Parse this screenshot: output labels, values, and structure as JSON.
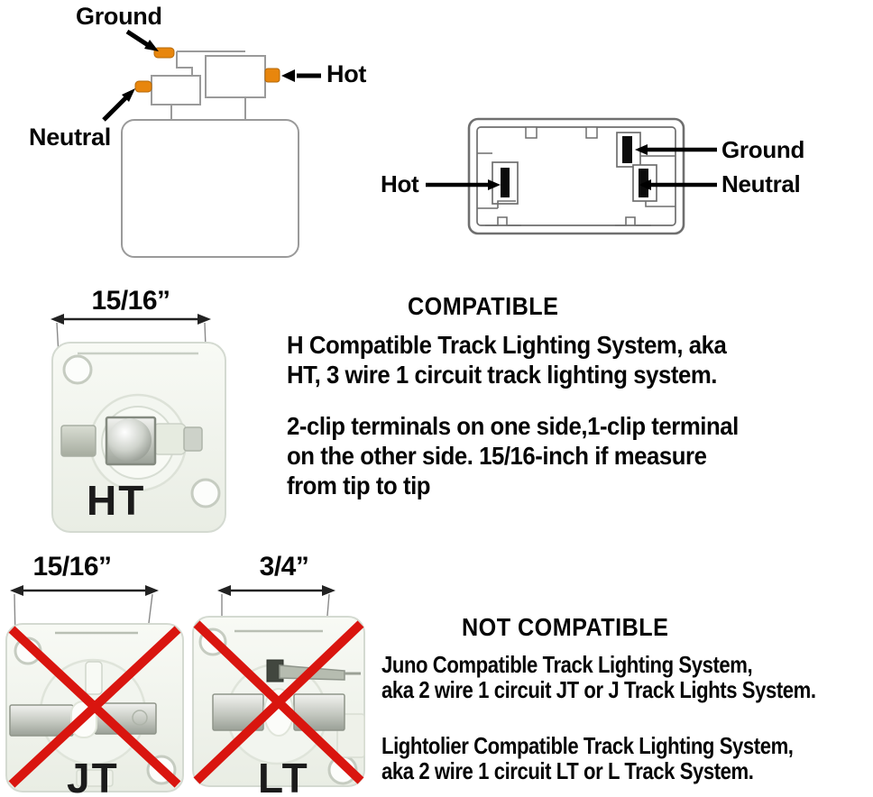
{
  "figure": {
    "adapter_wiring": {
      "ground_label": "Ground",
      "hot_label": "Hot",
      "neutral_label": "Neutral"
    },
    "track_cross_section": {
      "hot_label": "Hot",
      "ground_label": "Ground",
      "neutral_label": "Neutral"
    },
    "compatible": {
      "heading": "COMPATIBLE",
      "dimension": "15/16”",
      "adapter_code": "HT",
      "desc_lines": [
        "H Compatible Track Lighting System, aka",
        "HT, 3 wire 1 circuit track lighting system."
      ],
      "detail_lines": [
        "2-clip terminals on one side,1-clip terminal",
        "on the other side. 15/16-inch if measure",
        "from tip to tip"
      ]
    },
    "not_compatible": {
      "heading": "NOT COMPATIBLE",
      "jt": {
        "dimension": "15/16”",
        "adapter_code": "JT"
      },
      "lt": {
        "dimension": "3/4”",
        "adapter_code": "LT"
      },
      "juno_lines": [
        "Juno Compatible Track Lighting System,",
        "aka 2 wire 1 circuit JT or J Track Lights System."
      ],
      "lightolier_lines": [
        "Lightolier Compatible Track Lighting System,",
        "aka 2 wire 1 circuit LT or L Track System."
      ]
    },
    "colors": {
      "contact_orange": "#E8860D",
      "cross_red": "#D9150F",
      "drawing_line_gray": "#9a9a9a",
      "track_line_gray": "#6f6f6f",
      "text_black": "#060606"
    }
  }
}
